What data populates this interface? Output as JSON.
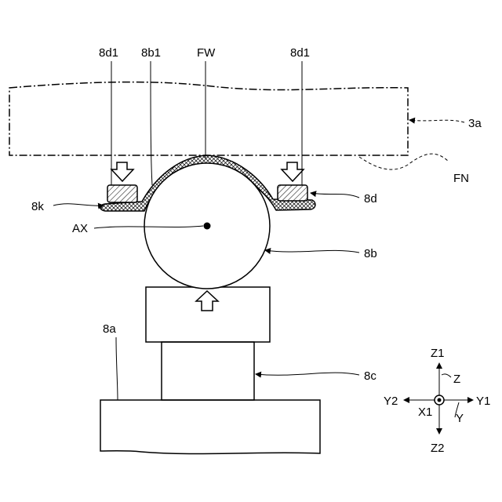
{
  "labels": {
    "l_8d1_left": "8d1",
    "l_8b1": "8b1",
    "l_FW": "FW",
    "l_8d1_right": "8d1",
    "l_3a": "3a",
    "l_FN": "FN",
    "l_8k": "8k",
    "l_8d": "8d",
    "l_AX": "AX",
    "l_8b": "8b",
    "l_8a": "8a",
    "l_8c": "8c"
  },
  "axes": {
    "Z1": "Z1",
    "Z": "Z",
    "Y2": "Y2",
    "Y1": "Y1",
    "X1": "X1",
    "Y": "Y",
    "Z2": "Z2"
  }
}
